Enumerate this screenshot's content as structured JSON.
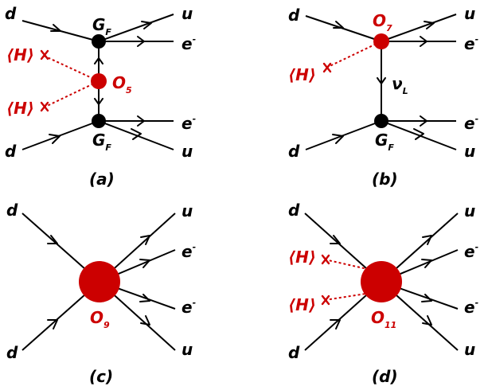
{
  "colors": {
    "vertex_red": "#cc0000",
    "vertex_black": "#000000",
    "line": "#000000"
  },
  "labels": {
    "d": "d",
    "u": "u",
    "e": "e",
    "e_sup": "-",
    "vev": "⟨H⟩"
  },
  "panel_a": {
    "top_coupling": "G",
    "top_coupling_sub": "F",
    "operator": "O",
    "operator_sub": "5",
    "bottom_coupling": "G",
    "bottom_coupling_sub": "F",
    "caption": "(a)"
  },
  "panel_b": {
    "operator": "O",
    "operator_sub": "7",
    "neutrino": "ν",
    "neutrino_sub": "L",
    "bottom_coupling": "G",
    "bottom_coupling_sub": "F",
    "caption": "(b)"
  },
  "panel_c": {
    "operator": "O",
    "operator_sub": "9",
    "caption": "(c)"
  },
  "panel_d": {
    "operator": "O",
    "operator_sub": "11",
    "caption": "(d)"
  }
}
